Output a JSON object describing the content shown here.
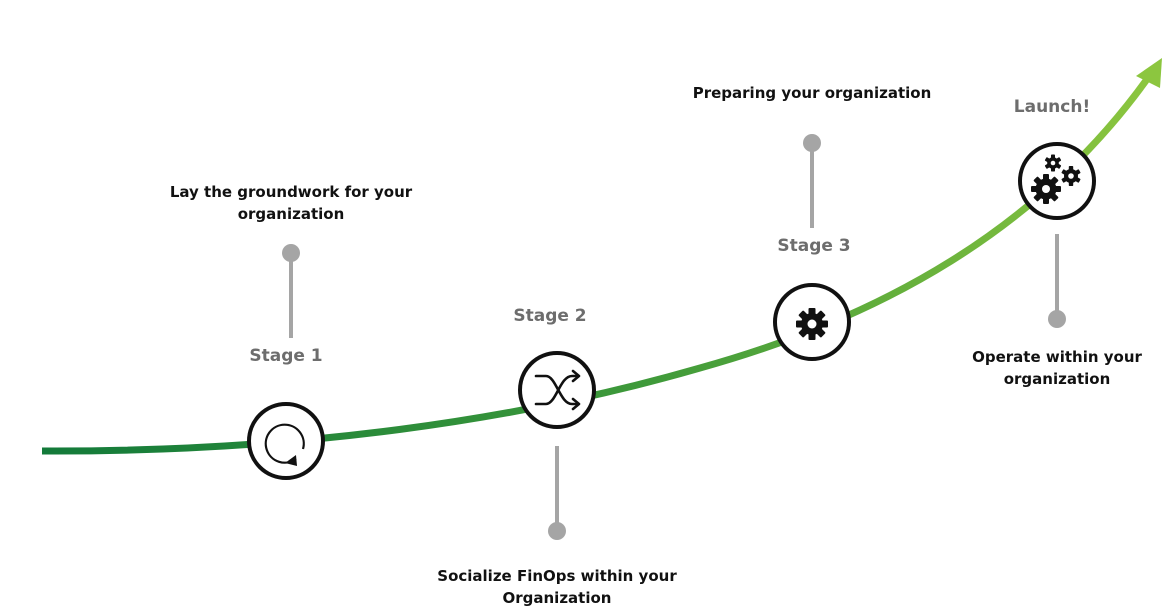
{
  "stages": [
    {
      "title": "Stage 1",
      "description": "Lay the groundwork for your organization",
      "icon": "refresh-cycle-icon"
    },
    {
      "title": "Stage 2",
      "description": "Socialize FinOps within your Organization",
      "icon": "shuffle-icon"
    },
    {
      "title": "Stage 3",
      "description": "Preparing your organization",
      "icon": "gear-icon"
    },
    {
      "title": "Launch!",
      "description": "Operate within your organization",
      "icon": "gears-icon"
    }
  ],
  "colors": {
    "curve_start": "#137a3a",
    "curve_end": "#8cc63f",
    "connector": "#a5a5a5",
    "title": "#6d6d6d",
    "text": "#111111",
    "node_border": "#111111"
  }
}
